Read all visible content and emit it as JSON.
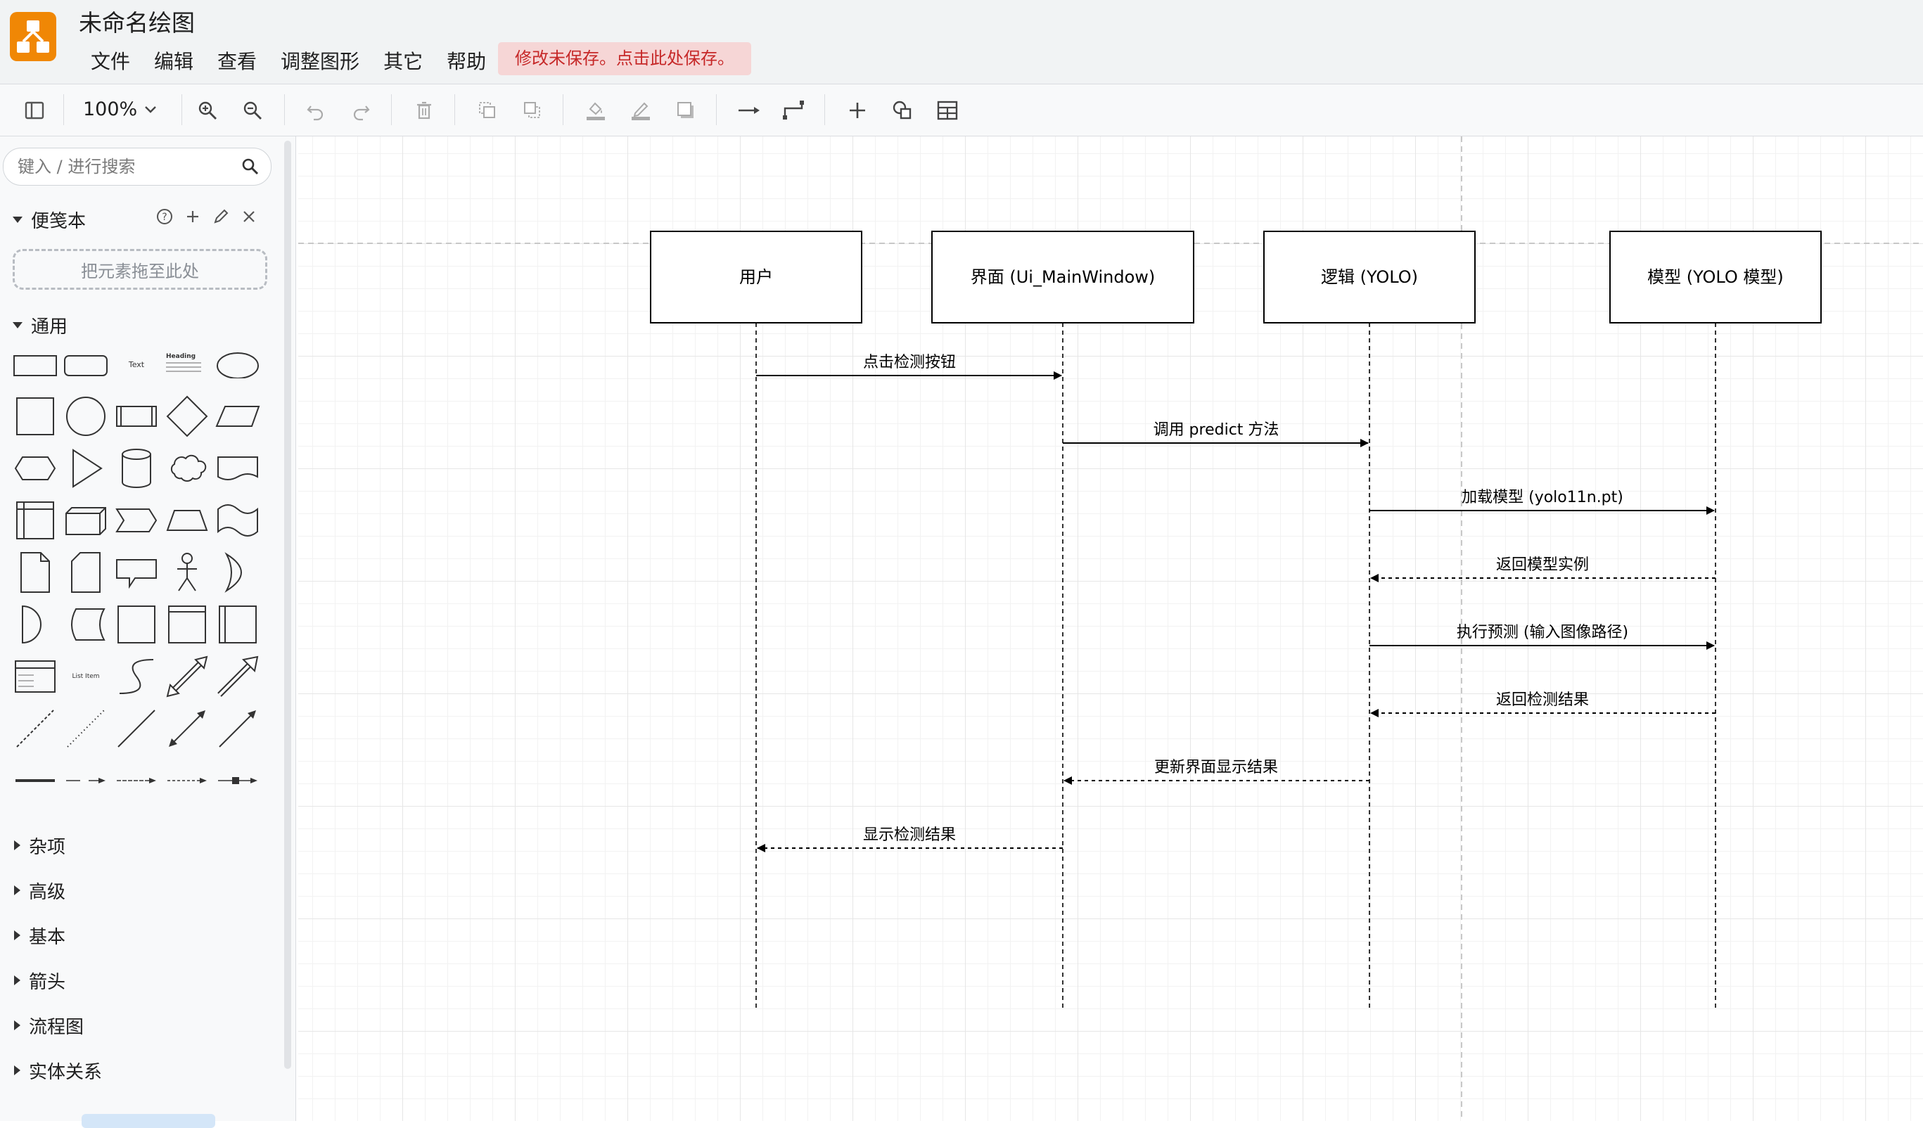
{
  "app": {
    "title": "未命名绘图",
    "menu": [
      "文件",
      "编辑",
      "查看",
      "调整图形",
      "其它",
      "帮助"
    ],
    "save_notice": "修改未保存。点击此处保存。",
    "brand_color": "#f08705"
  },
  "toolbar": {
    "zoom": "100%",
    "icons": [
      "format-panel-icon",
      "zoom-in-icon",
      "zoom-out-icon",
      "undo-icon",
      "redo-icon",
      "delete-icon",
      "to-front-icon",
      "to-back-icon",
      "fill-color-icon",
      "line-color-icon",
      "shadow-icon",
      "connection-icon",
      "waypoints-icon",
      "insert-icon",
      "shapes-icon",
      "table-icon"
    ]
  },
  "sidebar": {
    "search_placeholder": "键入 / 进行搜索",
    "scratchpad": {
      "title": "便笺本",
      "dropzone": "把元素拖至此处"
    },
    "general": {
      "title": "通用",
      "sample_text": "Text",
      "sample_heading": "Heading",
      "sample_list_item": "List Item"
    },
    "collapsed_sections": [
      "杂项",
      "高级",
      "基本",
      "箭头",
      "流程图",
      "实体关系"
    ]
  },
  "diagram": {
    "type": "sequence",
    "participants": [
      "用户",
      "界面 (Ui_MainWindow)",
      "逻辑 (YOLO)",
      "模型 (YOLO 模型)"
    ],
    "messages": [
      {
        "from": 0,
        "to": 1,
        "label": "点击检测按钮",
        "style": "solid"
      },
      {
        "from": 1,
        "to": 2,
        "label": "调用 predict 方法",
        "style": "solid"
      },
      {
        "from": 2,
        "to": 3,
        "label": "加载模型 (yolo11n.pt)",
        "style": "solid"
      },
      {
        "from": 3,
        "to": 2,
        "label": "返回模型实例",
        "style": "dashed"
      },
      {
        "from": 2,
        "to": 3,
        "label": "执行预测 (输入图像路径)",
        "style": "solid"
      },
      {
        "from": 3,
        "to": 2,
        "label": "返回检测结果",
        "style": "dashed"
      },
      {
        "from": 2,
        "to": 1,
        "label": "更新界面显示结果",
        "style": "dashed"
      },
      {
        "from": 1,
        "to": 0,
        "label": "显示检测结果",
        "style": "dashed"
      }
    ]
  }
}
